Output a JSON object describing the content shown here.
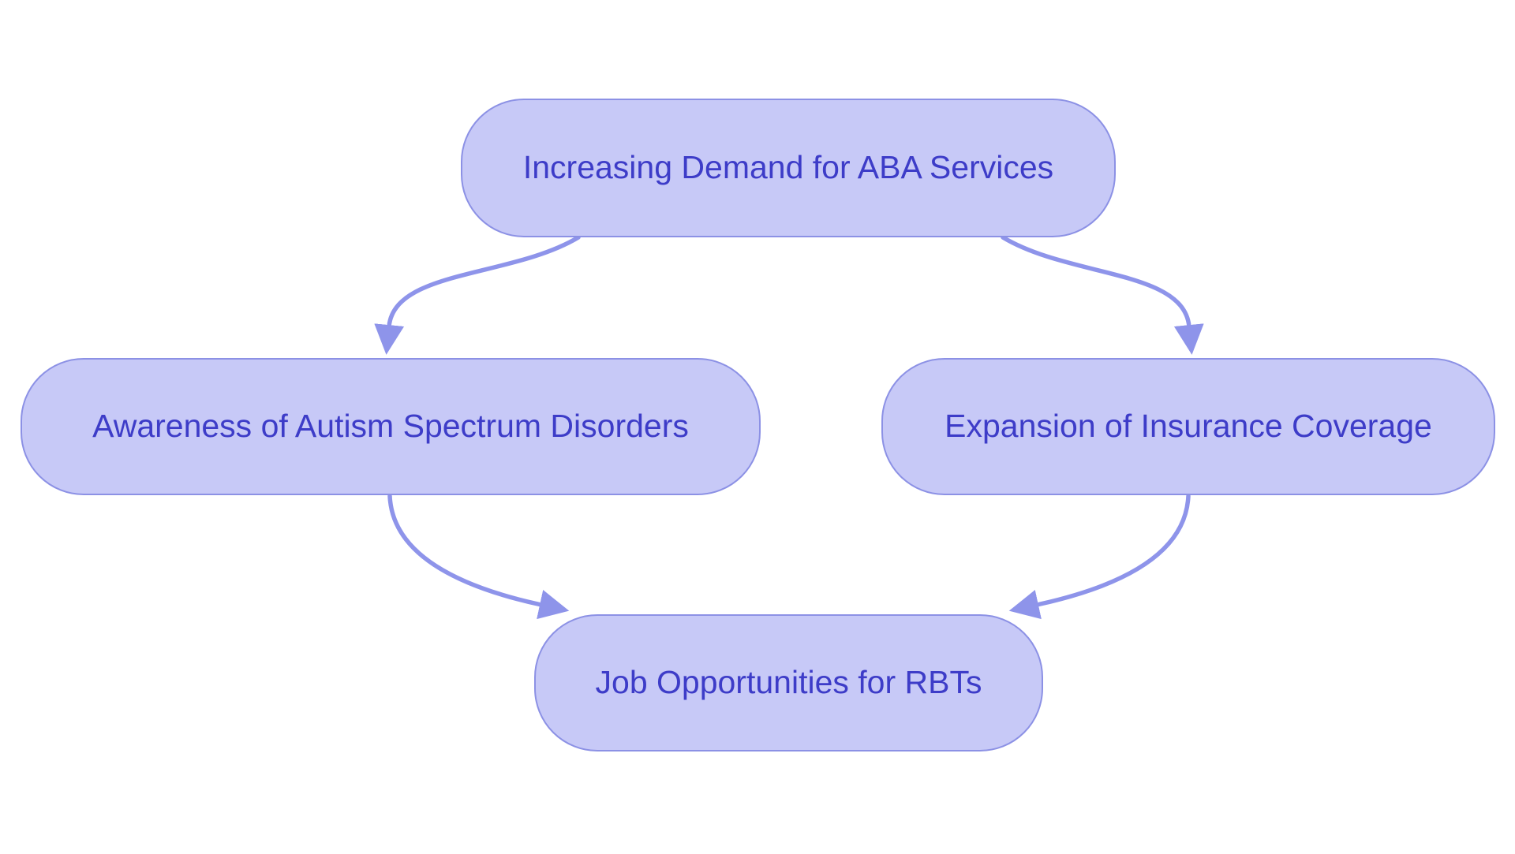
{
  "diagram": {
    "type": "flowchart",
    "background_color": "#ffffff",
    "colors": {
      "node_fill": "#c7c9f7",
      "node_border": "#8c91e5",
      "edge": "#8e94ea",
      "text": "#3d3cc8"
    },
    "nodes": [
      {
        "id": "demand",
        "label": "Increasing Demand for ABA Services"
      },
      {
        "id": "awareness",
        "label": "Awareness of Autism Spectrum Disorders"
      },
      {
        "id": "insurance",
        "label": "Expansion of Insurance Coverage"
      },
      {
        "id": "jobs",
        "label": "Job Opportunities for RBTs"
      }
    ],
    "edges": [
      {
        "from": "demand",
        "to": "awareness"
      },
      {
        "from": "demand",
        "to": "insurance"
      },
      {
        "from": "awareness",
        "to": "jobs"
      },
      {
        "from": "insurance",
        "to": "jobs"
      }
    ]
  }
}
